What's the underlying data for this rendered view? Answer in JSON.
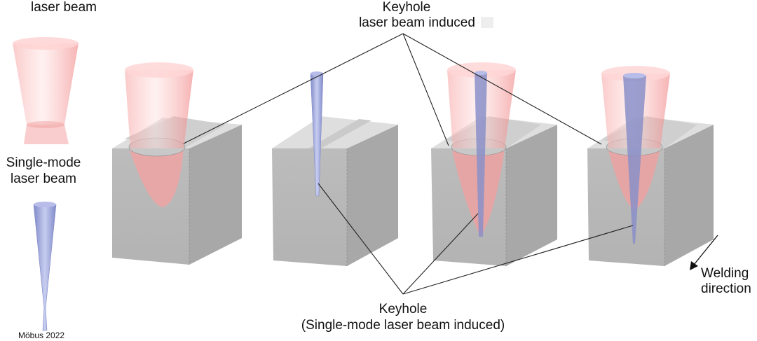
{
  "labels": {
    "top_left_beam": "laser beam",
    "keyhole_top_line1": "Keyhole",
    "keyhole_top_line2": "laser beam induced",
    "single_mode_line1": "Single-mode",
    "single_mode_line2": "laser beam",
    "keyhole_bottom_line1": "Keyhole",
    "keyhole_bottom_line2": "(Single-mode laser beam induced)",
    "welding_line1": "Welding",
    "welding_line2": "direction",
    "credit": "Möbus 2022"
  },
  "colors": {
    "background": "#ffffff",
    "block_front": "#b9b9b9",
    "block_side": "#a6a6a6",
    "block_top": "#dcdcdc",
    "red_beam": "#f26a6a",
    "blue_beam": "#8c96d6",
    "callout_line": "#222222"
  },
  "icons": [
    "arrow-icon"
  ]
}
